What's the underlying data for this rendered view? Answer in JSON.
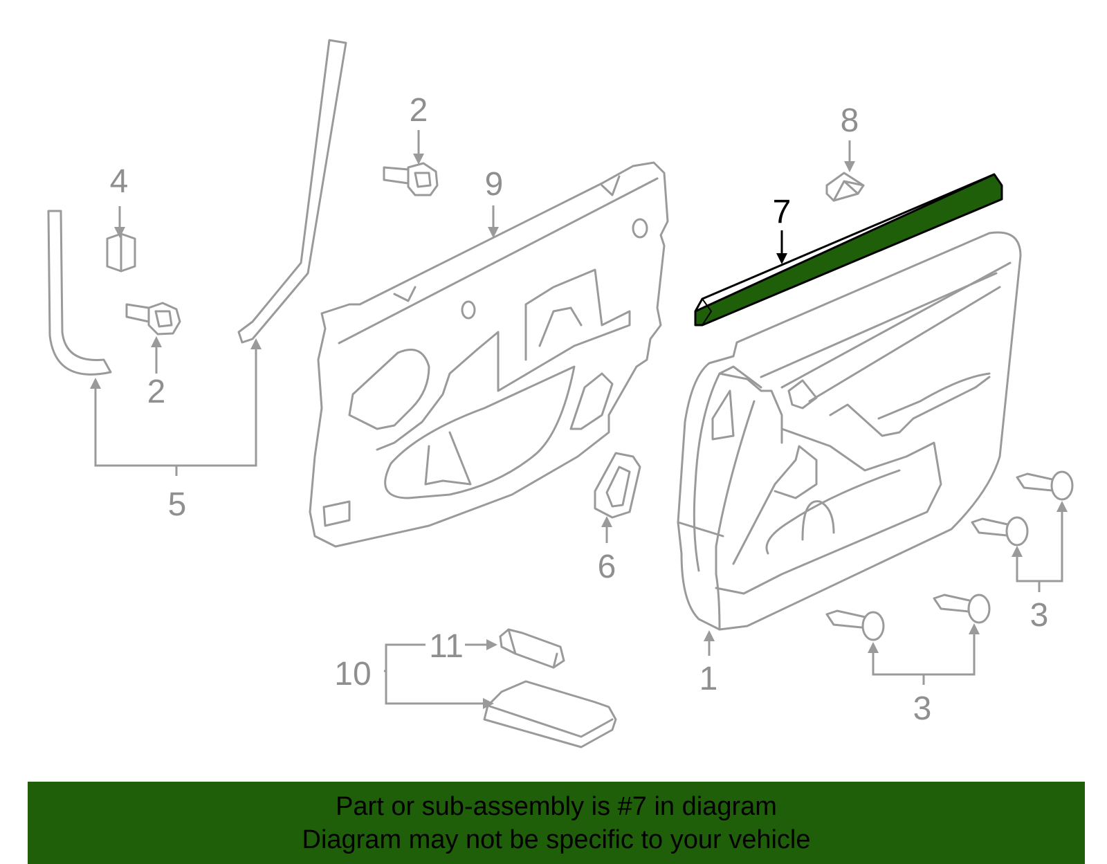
{
  "callouts": {
    "c1": "1",
    "c2a": "2",
    "c2b": "2",
    "c3a": "3",
    "c3b": "3",
    "c4": "4",
    "c5": "5",
    "c6": "6",
    "c7": "7",
    "c8": "8",
    "c9": "9",
    "c10": "10",
    "c11": "11"
  },
  "highlight": {
    "part": "7",
    "color": "#1f5f0a"
  },
  "banner": {
    "line1": "Part or sub-assembly is #7 in diagram",
    "line2": "Diagram may not be specific to your vehicle",
    "background": "#1f5f0a"
  }
}
